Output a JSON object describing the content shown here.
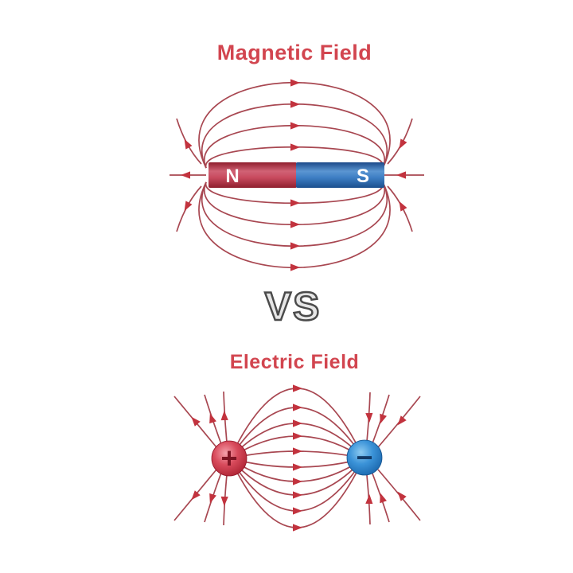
{
  "page": {
    "background_color": "#ffffff"
  },
  "colors": {
    "title": "#d2454f",
    "field_line": "#a84751",
    "arrow": "#c2333e",
    "magnet_north": "#c23c50",
    "magnet_south": "#2f6fb5",
    "positive_charge": "#c9303f",
    "negative_charge": "#2f8fd5",
    "vs_fill": "#e6e6e6",
    "vs_outline": "#4b4b4b"
  },
  "magnetic_panel": {
    "title": "Magnetic Field",
    "magnet": {
      "north_label": "N",
      "south_label": "S"
    },
    "field_lines": {
      "closed_loops": 8,
      "loops_above": 4,
      "loops_below": 4,
      "direction": "out of N pole, around to S pole",
      "top_bottom_arrow_direction": "right",
      "pole_axis_arrows": "pointing left (away from N, into S)"
    }
  },
  "divider": {
    "label": "VS"
  },
  "electric_panel": {
    "title": "Electric Field",
    "positive_charge": {
      "label": "+"
    },
    "negative_charge": {
      "label": "−"
    },
    "field_lines": {
      "connecting_arcs": 10,
      "outer_rays_per_charge": 6,
      "direction": "from positive to negative",
      "midline_arrow_direction": "right"
    }
  }
}
